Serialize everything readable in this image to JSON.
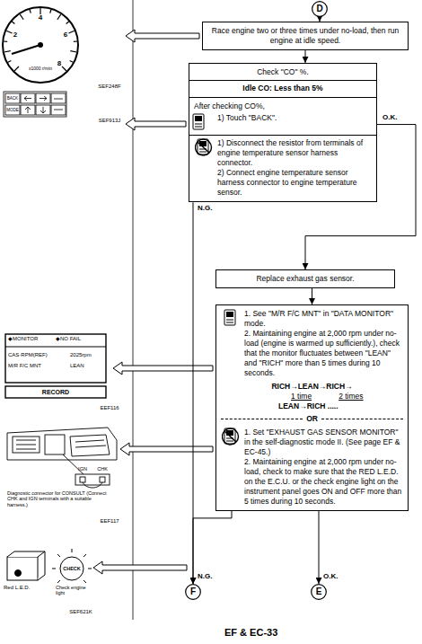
{
  "diagram": {
    "nodes": [
      {
        "text": [
          "D"
        ]
      },
      {
        "text": [
          "Race engine two or three times under no-load, then run engine at idle speed."
        ]
      },
      {
        "text": [
          "Check \"CO\" %.",
          "Idle CO: Less than 5%"
        ]
      },
      {
        "text": [
          "After checking CO%,",
          "1) Touch \"BACK\".",
          "1) Disconnect the resistor from terminals of engine temperature sensor harness connector.",
          "2) Connect engine temperature sensor harness connector to engine temperature sensor."
        ]
      },
      {
        "text": [
          "Replace exhaust gas sensor."
        ]
      },
      {
        "text": [
          "1. See \"M/R F/C MNT\" in \"DATA MONITOR\" mode.",
          "2. Maintaining engine at 2,000 rpm under no-load (engine is warmed up sufficiently.), check that the monitor fluctuates between \"LEAN\" and \"RICH\" more than 5 times during 10 seconds.",
          "RICH→LEAN→RICH→",
          "1 time",
          "2 times",
          "LEAN→RICH .....",
          "OR",
          "1. Set \"EXHAUST GAS SENSOR MONITOR\" in the self-diagnostic mode II. (See page EF & EC-45.)",
          "2. Maintaining engine at 2,000 rpm under no-load, check to make sure that the RED L.E.D. on the E.C.U. or the check engine light on the instrument panel goes ON and OFF more than 5 times during 10 seconds."
        ]
      },
      {
        "text": [
          "F"
        ]
      },
      {
        "text": [
          "E"
        ]
      }
    ],
    "edges": [
      {
        "from": 0,
        "to": 1,
        "arrow": "to"
      },
      {
        "from": 1,
        "to": 2,
        "arrow": "to"
      },
      {
        "from": 3,
        "to": 4,
        "label": "O.K.",
        "arrow": "to"
      },
      {
        "from": 3,
        "to": 6,
        "label": "N.G.",
        "arrow": "to"
      },
      {
        "from": 4,
        "to": 5,
        "arrow": "to"
      },
      {
        "from": 5,
        "to": 6,
        "label": "N.G.",
        "arrow": "to"
      },
      {
        "from": 5,
        "to": 7,
        "label": "O.K.",
        "arrow": "to"
      }
    ],
    "labels": [
      "2",
      "4",
      "6",
      "8",
      "x1000 r/min",
      "SEF248F",
      "BACK",
      "MODE",
      "SEF913J",
      "◆MONITOR",
      "◆NO FAIL",
      "CAS·RPM(REF)",
      "2025rpm",
      "M/R F/C MNT",
      "LEAN",
      "RECORD",
      "EEF116",
      "Diagnostic connector for CONSULT (Connect CHK and IGN terminals with a suitable harness.)",
      "IGN",
      "CHK",
      "EEF117",
      "Red L.E.D.",
      "CHECK",
      "Check engine light",
      "SEF621K",
      "EF & EC-33"
    ]
  }
}
